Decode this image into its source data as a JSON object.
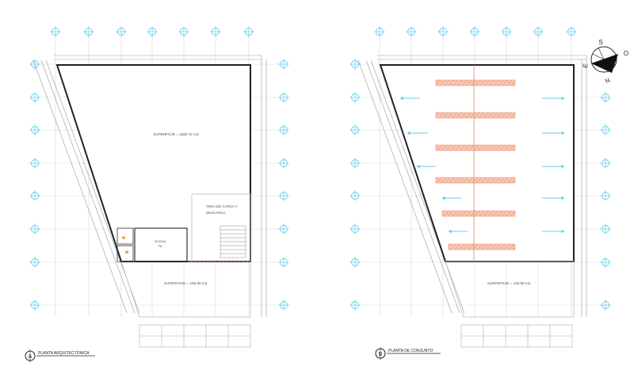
{
  "plan_a": {
    "letter": "A",
    "title": "PLANTA ARQUITECTÓNICA",
    "surface_top": "SUPERFICIE = 1880.72 m2",
    "surface_bottom": "SUPERFICIE = 159.90 m2",
    "loading_area": [
      "ÁREA DE CARGA Y",
      "DESCARGA"
    ],
    "room": [
      "OFICINA",
      "PB"
    ]
  },
  "plan_b": {
    "letter": "B",
    "title": "PLANTA DE CONJUNTO",
    "surface_bottom": "SUPERFICIE = 159.90 m2"
  },
  "compass": {
    "labels": [
      "S",
      "O",
      "E",
      "N"
    ],
    "icon": "north-arrow-icon"
  },
  "colors": {
    "line": "#222222",
    "grid": "#cfcfcf",
    "axis_marker": "#66ccee",
    "hatch": "#ee9977",
    "arrow": "#66ccee"
  }
}
